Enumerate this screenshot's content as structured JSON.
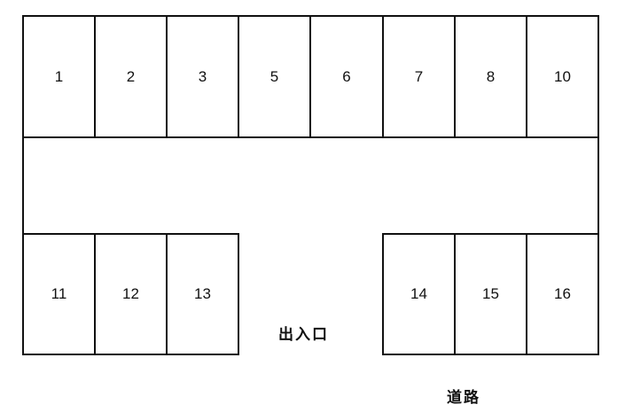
{
  "diagram": {
    "type": "parking-lot-layout",
    "top_row": [
      "1",
      "2",
      "3",
      "5",
      "6",
      "7",
      "8",
      "10"
    ],
    "bottom_left": [
      "11",
      "12",
      "13"
    ],
    "bottom_right": [
      "14",
      "15",
      "16"
    ],
    "entrance_label": "出入口",
    "road_label": "道路"
  }
}
